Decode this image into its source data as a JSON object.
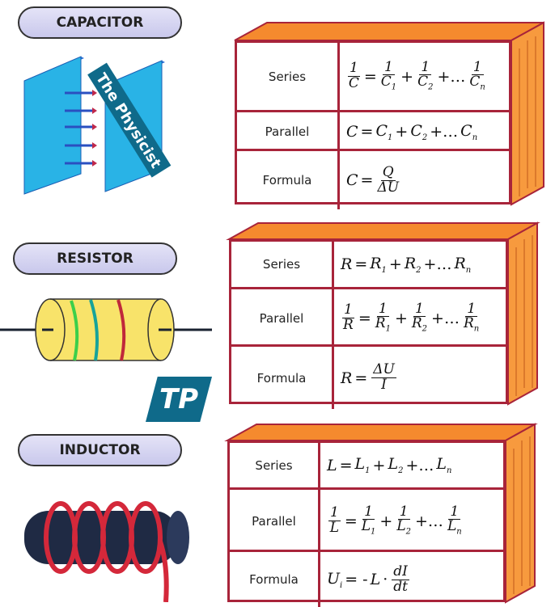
{
  "colors": {
    "border": "#a8243a",
    "orange": "#f58a2e",
    "pill": "#cfcdee",
    "watermark": "#0f6a8a"
  },
  "watermarks": {
    "banner": "The Physicist",
    "logo": "TP"
  },
  "sections": [
    {
      "title": "CAPACITOR",
      "rows": [
        {
          "label": "Series",
          "formula": [
            {
              "n": "1",
              "d": "C"
            },
            {
              "o": "="
            },
            {
              "n": "1",
              "d": "C",
              "ds": "1"
            },
            {
              "o": "+"
            },
            {
              "n": "1",
              "d": "C",
              "ds": "2"
            },
            {
              "o": "+…"
            },
            {
              "n": "1",
              "d": "C",
              "ds": "n"
            }
          ]
        },
        {
          "label": "Parallel",
          "formula": [
            {
              "t": "C"
            },
            {
              "o": "="
            },
            {
              "t": "C",
              "s": "1"
            },
            {
              "o": "+"
            },
            {
              "t": "C",
              "s": "2"
            },
            {
              "o": "+…"
            },
            {
              "t": "C",
              "s": "n"
            }
          ]
        },
        {
          "label": "Formula",
          "formula": [
            {
              "t": "C"
            },
            {
              "o": "="
            },
            {
              "n": "Q",
              "d": "ΔU"
            }
          ]
        }
      ]
    },
    {
      "title": "RESISTOR",
      "rows": [
        {
          "label": "Series",
          "formula": [
            {
              "t": "R"
            },
            {
              "o": "="
            },
            {
              "t": "R",
              "s": "1"
            },
            {
              "o": "+"
            },
            {
              "t": "R",
              "s": "2"
            },
            {
              "o": "+…"
            },
            {
              "t": "R",
              "s": "n"
            }
          ]
        },
        {
          "label": "Parallel",
          "formula": [
            {
              "n": "1",
              "d": "R"
            },
            {
              "o": "="
            },
            {
              "n": "1",
              "d": "R",
              "ds": "1"
            },
            {
              "o": "+"
            },
            {
              "n": "1",
              "d": "R",
              "ds": "2"
            },
            {
              "o": "+…"
            },
            {
              "n": "1",
              "d": "R",
              "ds": "n"
            }
          ]
        },
        {
          "label": "Formula",
          "formula": [
            {
              "t": "R"
            },
            {
              "o": "="
            },
            {
              "n": "ΔU",
              "d": "I"
            }
          ]
        }
      ]
    },
    {
      "title": "INDUCTOR",
      "rows": [
        {
          "label": "Series",
          "formula": [
            {
              "t": "L"
            },
            {
              "o": "="
            },
            {
              "t": "L",
              "s": "1"
            },
            {
              "o": "+"
            },
            {
              "t": "L",
              "s": "2"
            },
            {
              "o": "+…"
            },
            {
              "t": "L",
              "s": "n"
            }
          ]
        },
        {
          "label": "Parallel",
          "formula": [
            {
              "n": "1",
              "d": "L"
            },
            {
              "o": "="
            },
            {
              "n": "1",
              "d": "L",
              "ds": "1"
            },
            {
              "o": "+"
            },
            {
              "n": "1",
              "d": "L",
              "ds": "2"
            },
            {
              "o": "+…"
            },
            {
              "n": "1",
              "d": "L",
              "ds": "n"
            }
          ]
        },
        {
          "label": "Formula",
          "formula": [
            {
              "t": "U",
              "s": "i"
            },
            {
              "o": "= -"
            },
            {
              "t": "L"
            },
            {
              "o": "·"
            },
            {
              "n": "dI",
              "d": "dt"
            }
          ]
        }
      ]
    }
  ]
}
